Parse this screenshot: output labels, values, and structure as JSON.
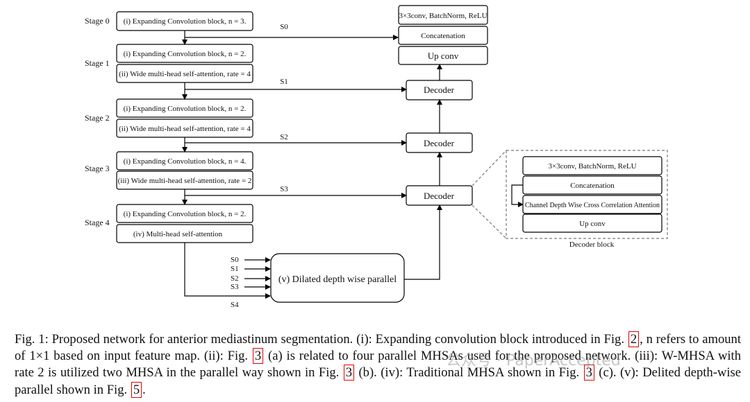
{
  "stages": [
    "Stage 0",
    "Stage 1",
    "Stage 2",
    "Stage 3",
    "Stage 4"
  ],
  "blocks": {
    "s0_conv": "(i) Expanding Convolution block, n = 3.",
    "s1_conv": "(i) Expanding Convolution block, n = 2.",
    "s1_attn": "(ii) Wide multi-head self-attention, rate = 4",
    "s2_conv": "(i) Expanding Convolution block, n = 2.",
    "s2_attn": "(ii) Wide multi-head self-attention, rate = 4",
    "s3_conv": "(i) Expanding Convolution block, n = 4.",
    "s3_attn": "(iii) Wide multi-head self-attention, rate = 2",
    "s4_conv": "(i) Expanding Convolution block, n = 2.",
    "s4_attn": "(iv) Multi-head self-attention"
  },
  "skip_labels": [
    "S0",
    "S1",
    "S2",
    "S3"
  ],
  "dilated_inputs": [
    "S0",
    "S1",
    "S2",
    "S3",
    "S4"
  ],
  "dilated_block": "(v) Dilated depth wise parallel",
  "decoder_label": "Decoder",
  "head": {
    "conv": "3×3conv, BatchNorm, ReLU",
    "concat": "Concatenation",
    "upconv": "Up conv"
  },
  "decoder_block": {
    "conv": "3×3conv, BatchNorm, ReLU",
    "concat": "Concatenation",
    "attention": "Channel Depth Wise Cross Correlation Attention",
    "upconv": "Up conv",
    "title": "Decoder block"
  },
  "caption": {
    "t1": "Fig. 1: Proposed network for anterior mediastinum segmentation. (i): Expanding convolution block introduced in Fig. ",
    "r1": "2",
    "t2": ", n refers to amount of 1×1 based on input feature map. (ii): Fig. ",
    "r2": "3",
    "t3": " (a) is related to four parallel MHSAs used for the proposed network. (iii): W-MHSA with rate 2 is utilized two MHSA in the parallel way shown in Fig. ",
    "r3": "3",
    "t4": " (b). (iv): Traditional MHSA shown in Fig. ",
    "r4": "3",
    "t5": " (c). (v): Delited depth-wise parallel shown in Fig. ",
    "r5": "5",
    "t6": "."
  },
  "watermark": "公众号 · PaperAccepted"
}
